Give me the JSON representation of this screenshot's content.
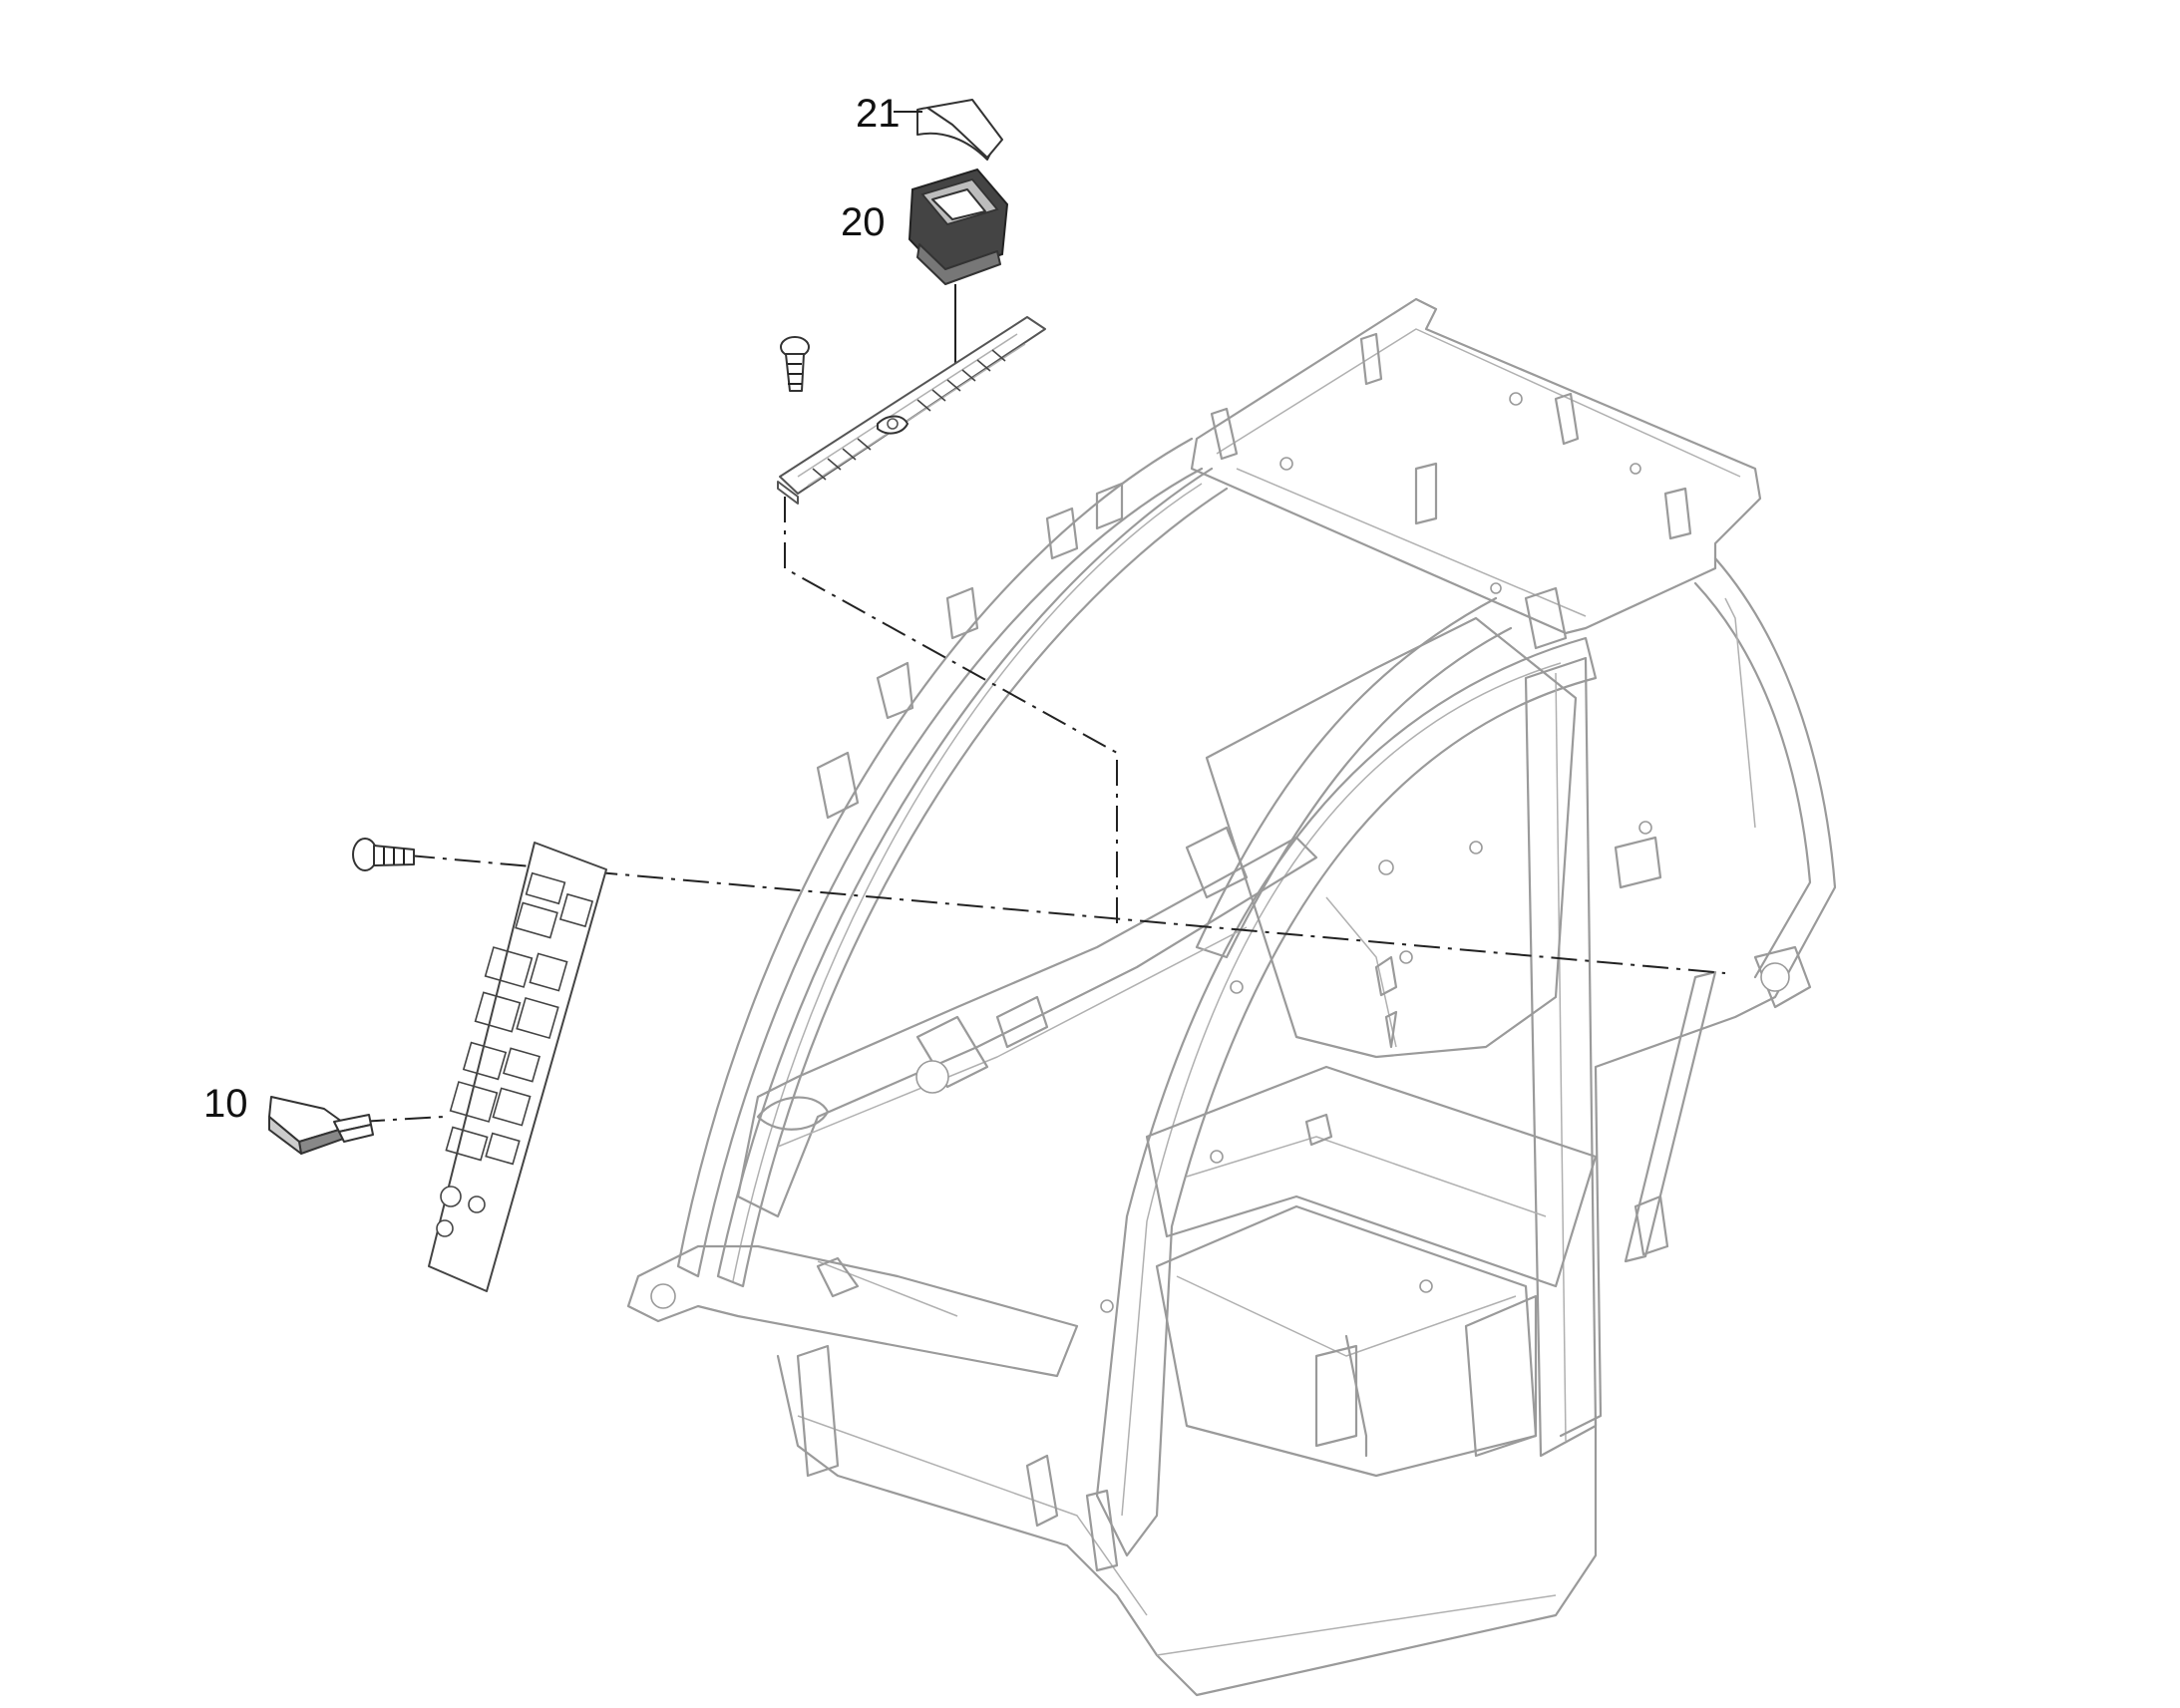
{
  "diagram": {
    "callouts": [
      {
        "id": "callout-21",
        "label": "21"
      },
      {
        "id": "callout-20",
        "label": "20"
      },
      {
        "id": "callout-10",
        "label": "10"
      }
    ],
    "colors": {
      "frame_line": "#9a9a9a",
      "part_line": "#333333",
      "label": "#111111"
    }
  }
}
